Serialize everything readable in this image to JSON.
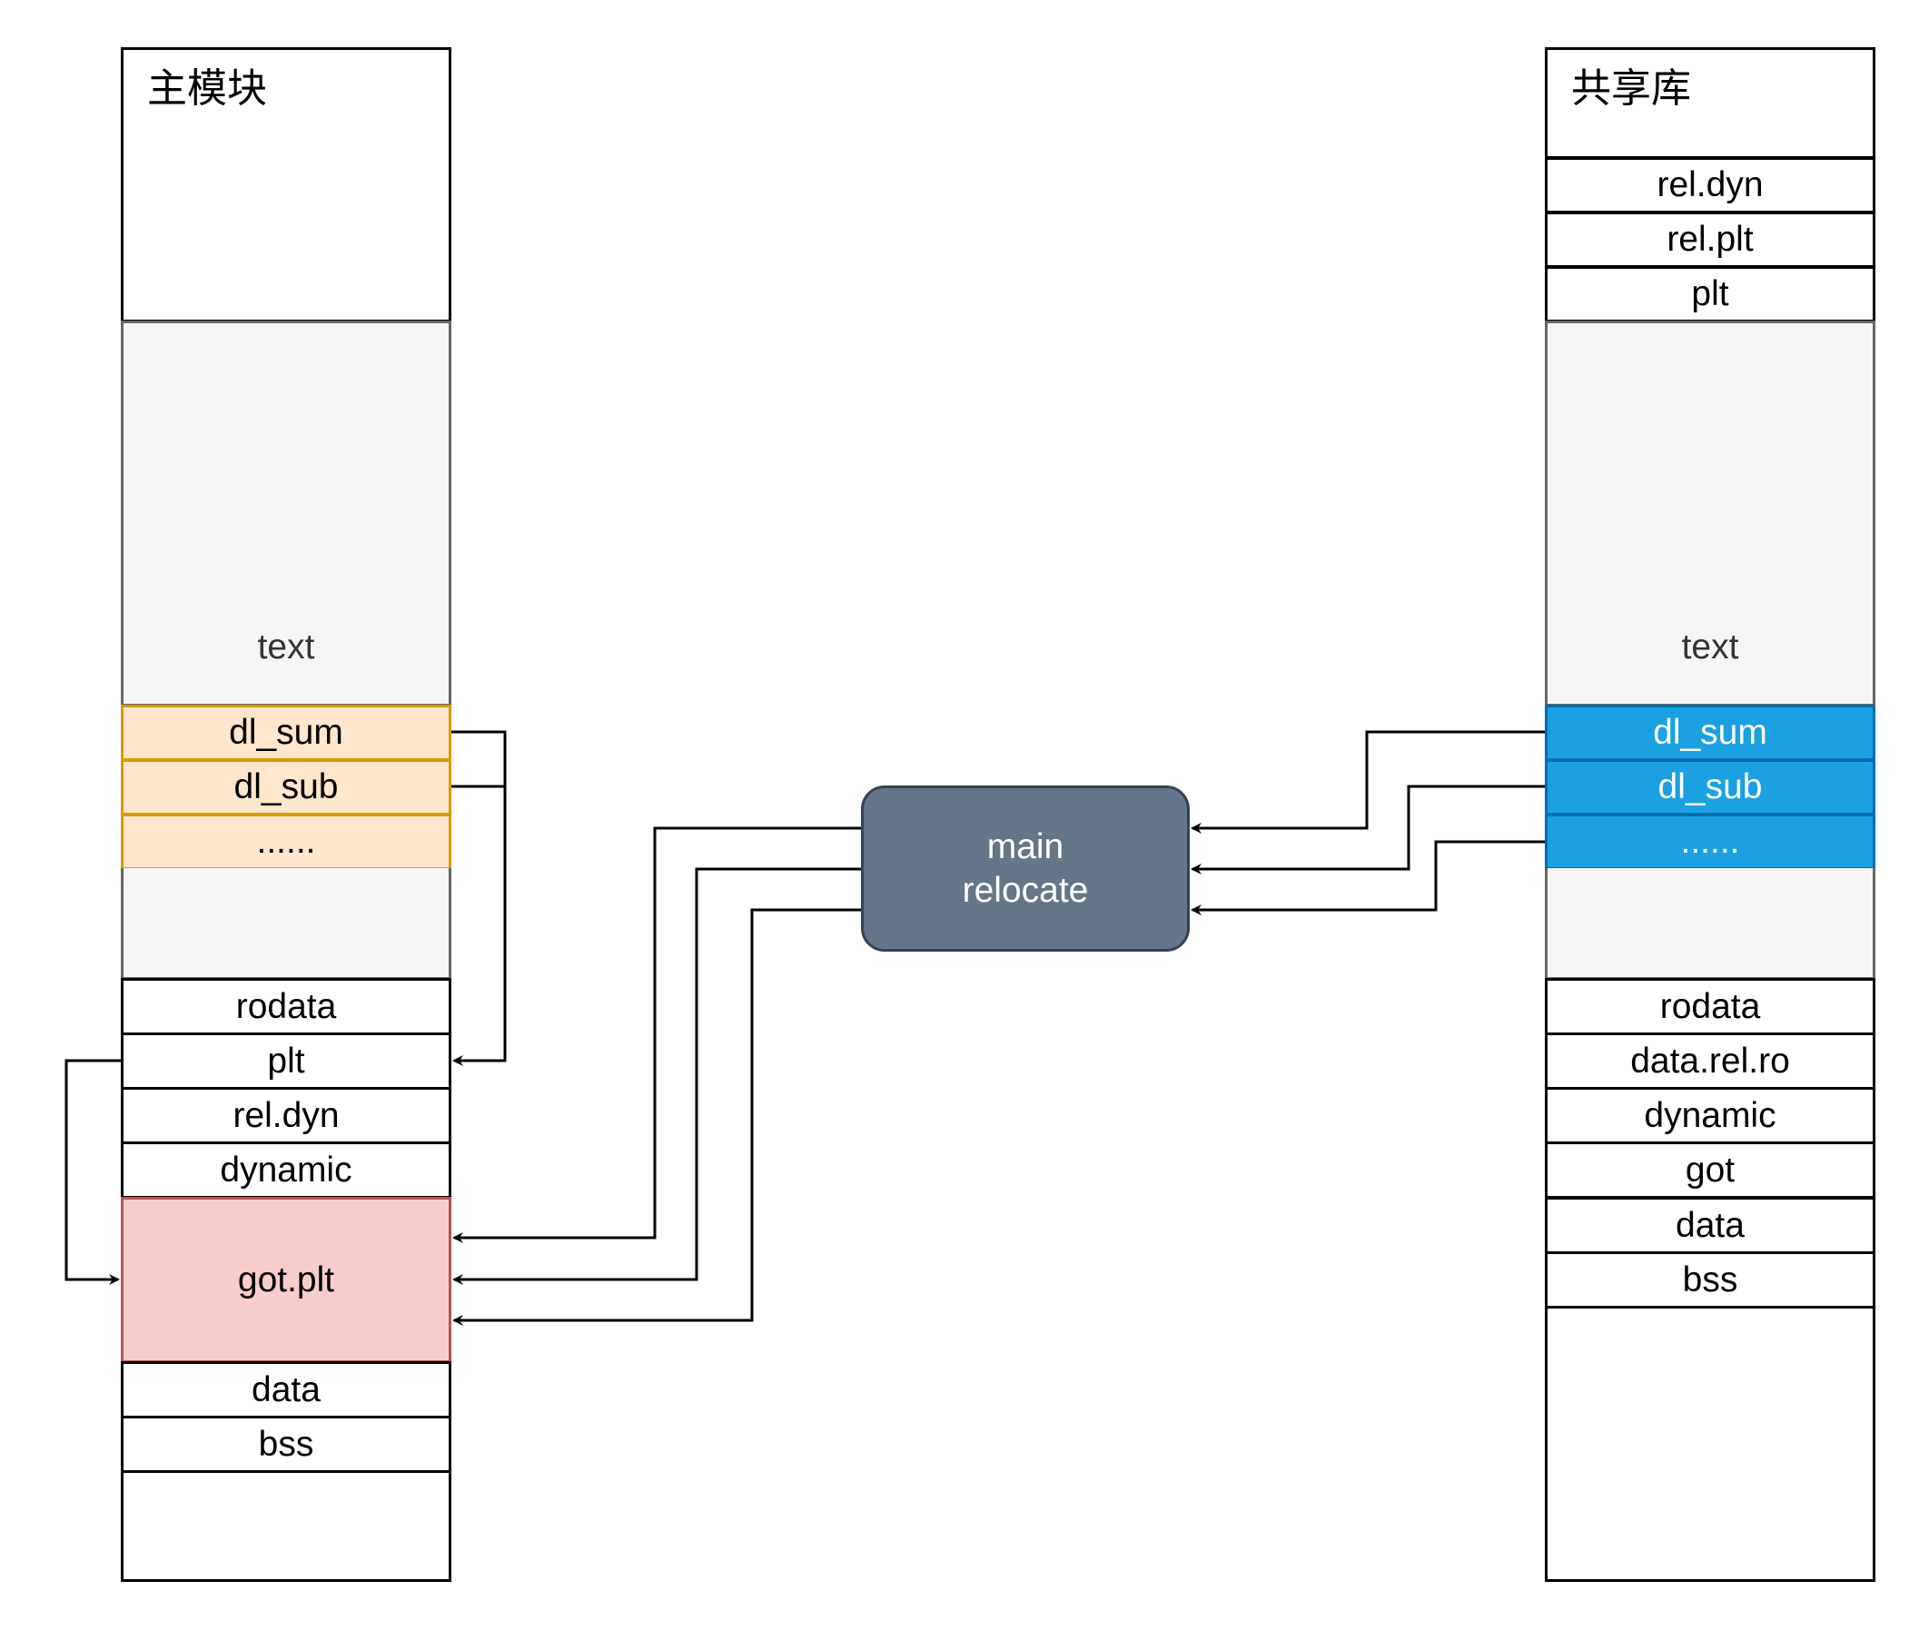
{
  "main_module": {
    "title": "主模块",
    "sections": {
      "text": "text",
      "dl_sum": "dl_sum",
      "dl_sub": "dl_sub",
      "more": "......",
      "rodata": "rodata",
      "plt": "plt",
      "rel_dyn": "rel.dyn",
      "dynamic": "dynamic",
      "got_plt": "got.plt",
      "data": "data",
      "bss": "bss"
    }
  },
  "shared_library": {
    "title": "共享库",
    "sections": {
      "rel_dyn": "rel.dyn",
      "rel_plt": "rel.plt",
      "plt": "plt",
      "text": "text",
      "dl_sum": "dl_sum",
      "dl_sub": "dl_sub",
      "more": "......",
      "rodata": "rodata",
      "data_rel_ro": "data.rel.ro",
      "dynamic": "dynamic",
      "got": "got",
      "data": "data",
      "bss": "bss"
    }
  },
  "relocator": {
    "line1": "main",
    "line2": "relocate"
  },
  "colors": {
    "orange_fill": "#ffe6cc",
    "orange_stroke": "#d79b00",
    "blue_fill": "#1ba1e2",
    "blue_stroke": "#006eaf",
    "red_fill": "#f8cecc",
    "red_stroke": "#b85450",
    "slate_fill": "#647687",
    "gray_fill": "#f5f5f5"
  }
}
